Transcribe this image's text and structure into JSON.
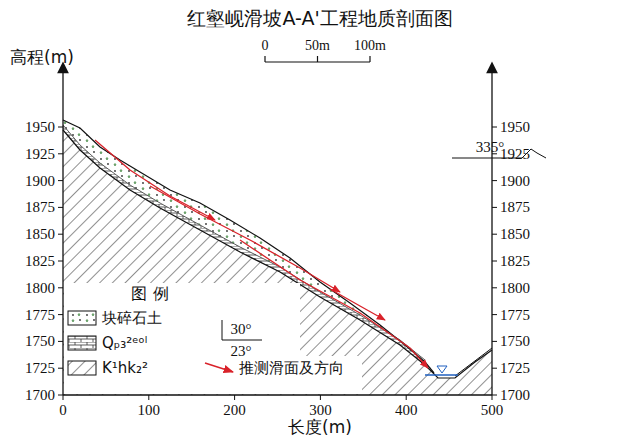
{
  "diagram": {
    "title": "红壑岘滑坡A-A'工程地质剖面图",
    "labels": [
      "高程(m)",
      "1950",
      "1925",
      "1900",
      "1875",
      "1850",
      "1825",
      "1800",
      "1775",
      "1750",
      "1725",
      "1700",
      "1950",
      "1925",
      "1900",
      "1875",
      "1850",
      "1825",
      "1800",
      "1775",
      "1750",
      "1725",
      "1700",
      "0",
      "100",
      "200",
      "300",
      "400",
      "500",
      "长度(m)",
      "0",
      "50m",
      "100m",
      "335°",
      "30°",
      "23°",
      "图 例"
    ],
    "legend": [
      {
        "text": "块碎石土"
      },
      {
        "text": "Qₚ₃²ᵉᵒˡ"
      },
      {
        "text": "K¹hk₂²"
      },
      {
        "text": "推测滑面及方向"
      }
    ]
  }
}
